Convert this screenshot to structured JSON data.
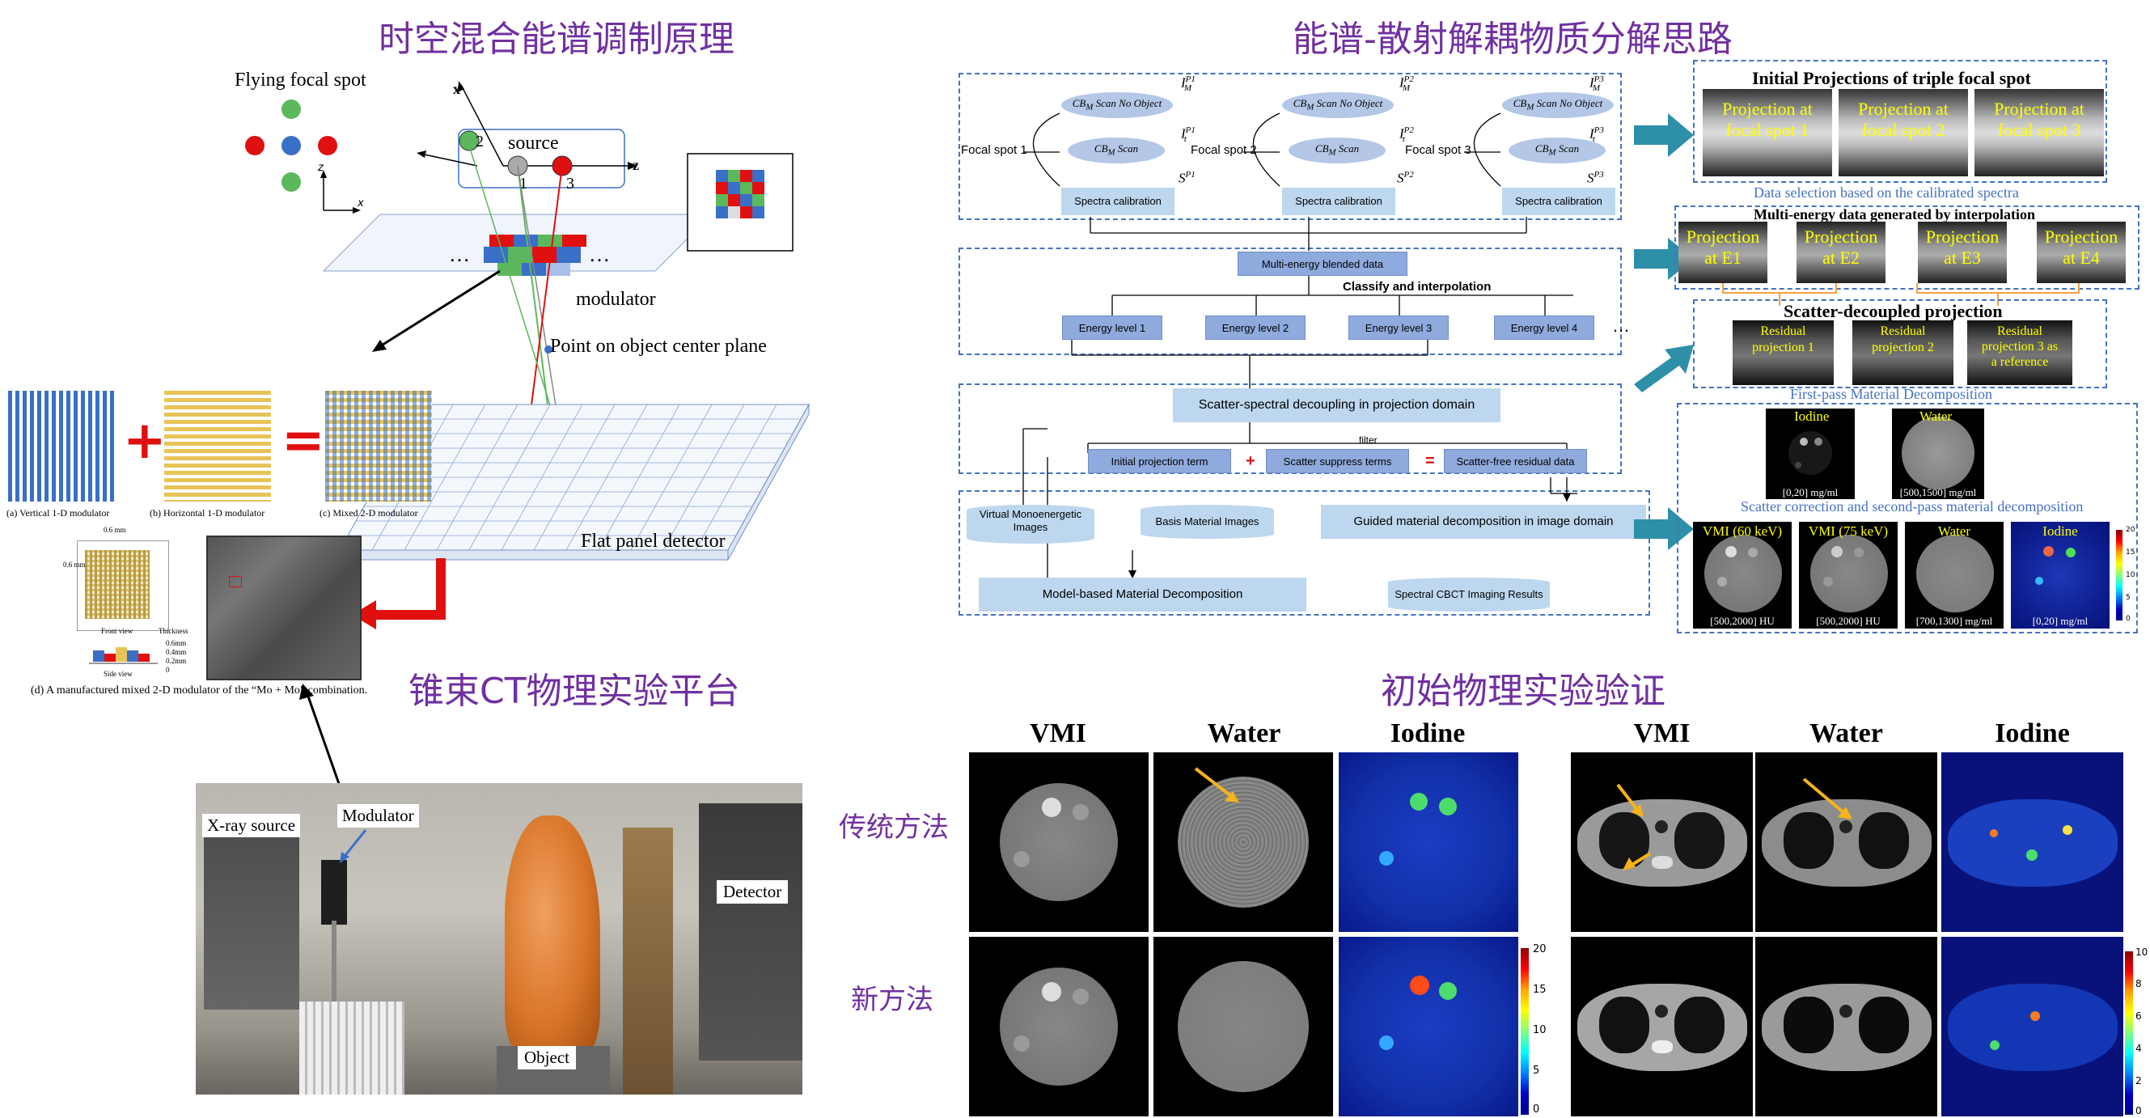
{
  "titles": {
    "top_left": "时空混合能谱调制原理",
    "top_right": "能谱-散射解耦物质分解思路",
    "mid_left": "锥束CT物理实验平台",
    "mid_right": "初始物理实验验证"
  },
  "principle": {
    "flying_focal_spot": "Flying focal spot",
    "axis_z": "z",
    "axis_x": "x",
    "source": "source",
    "spot_2": "2",
    "spot_1": "1",
    "spot_3": "3",
    "modulator": "modulator",
    "point_center": "Point on object center plane",
    "flat_panel": "Flat panel detector",
    "dots_left": "…",
    "dots_right": "…",
    "mod_a": "(a) Vertical 1-D modulator",
    "mod_b": "(b) Horizontal 1-D modulator",
    "mod_c": "(c) Mixed 2-D modulator",
    "plus": "+",
    "equals": "=",
    "mod_d": "(d) A manufactured mixed 2-D modulator of the “Mo + Mo” combination.",
    "dim_06": "0.6 mm",
    "dim_06b": "0.6 mm",
    "front_view": "Front view",
    "side_view": "Side view",
    "thickness": "Thickness",
    "t1": "0.6mm",
    "t2": "0.4mm",
    "t3": "0.2mm",
    "t4": "0"
  },
  "platform": {
    "xray_source": "X-ray source",
    "modulator": "Modulator",
    "detector": "Detector",
    "object": "Object"
  },
  "flow": {
    "focal_spot_1": "Focal spot 1",
    "focal_spot_2": "Focal spot 2",
    "focal_spot_3": "Focal spot 3",
    "scan_no_object": "CB",
    "scan_no_object_sub": "M",
    "scan_no_object_rest": " Scan No Object",
    "scan": "CB",
    "scan_sub": "M",
    "scan_rest": " Scan",
    "im_p1": "I",
    "spectra_cal": "Spectra calibration",
    "multi_energy": "Multi-energy blended data",
    "classify": "Classify and interpolation",
    "energy_levels": [
      "Energy level 1",
      "Energy level 2",
      "Energy level 3",
      "Energy level 4"
    ],
    "ellipsis": "…",
    "scatter_spectral": "Scatter-spectral decoupling in projection domain",
    "filter": "filter",
    "initial_term": "Initial projection term",
    "plus": "+",
    "scatter_suppress": "Scatter suppress terms",
    "equals": "=",
    "scatter_free": "Scatter-free residual data",
    "virtual_mono": "Virtual Monoenergetic Images",
    "basis_images": "Basis Material Images",
    "guided": "Guided material decomposition in image domain",
    "model_based": "Model-based Material Decomposition",
    "spectral_results": "Spectral CBCT Imaging Results",
    "sym_labels": {
      "p1": "P1",
      "p2": "P2",
      "p3": "P3",
      "sp1": "S",
      "t": "t",
      "m": "M"
    }
  },
  "results_panel": {
    "initial_title": "Initial Projections of triple focal spot",
    "proj_spots": [
      "Projection at\nfocal spot 1",
      "Projection at\nfocal spot 2",
      "Projection at\nfocal spot 3"
    ],
    "data_selection": "Data selection based on the calibrated spectra",
    "multi_energy_title": "Multi-energy data generated by interpolation",
    "proj_energy": [
      "Projection\nat E1",
      "Projection\nat E2",
      "Projection\nat E3",
      "Projection\nat E4"
    ],
    "scatter_title": "Scatter-decoupled projection",
    "residuals": [
      "Residual\nprojection 1",
      "Residual\nprojection 2",
      "Residual\nprojection 3 as\na reference"
    ],
    "first_pass": "First-pass Material Decomposition",
    "iodine": "Iodine",
    "water": "Water",
    "win_iodine": "[0,20] mg/ml",
    "win_water": "[500,1500] mg/ml",
    "second_pass": "Scatter correction and second-pass material decomposition",
    "final_labels": [
      "VMI (60 keV)",
      "VMI (75 keV)",
      "Water",
      "Iodine"
    ],
    "final_windows": [
      "[500,2000] HU",
      "[500,2000] HU",
      "[700,1300] mg/ml",
      "[0,20] mg/ml"
    ],
    "cbar_ticks": [
      "20",
      "15",
      "10",
      "5",
      "0"
    ]
  },
  "validation": {
    "col_headers": [
      "VMI",
      "Water",
      "Iodine",
      "VMI",
      "Water",
      "Iodine"
    ],
    "row_traditional": "传统方法",
    "row_new": "新方法",
    "cbar1_ticks": [
      "20",
      "15",
      "10",
      "5",
      "0"
    ],
    "cbar2_ticks": [
      "10",
      "8",
      "6",
      "4",
      "2",
      "0"
    ]
  },
  "colors": {
    "title_purple": "#7030a0",
    "dash_blue": "#4472c4",
    "teal_arrow": "#2e8fa8",
    "red_arrow": "#e02020",
    "yellow_label": "#ffff00"
  }
}
